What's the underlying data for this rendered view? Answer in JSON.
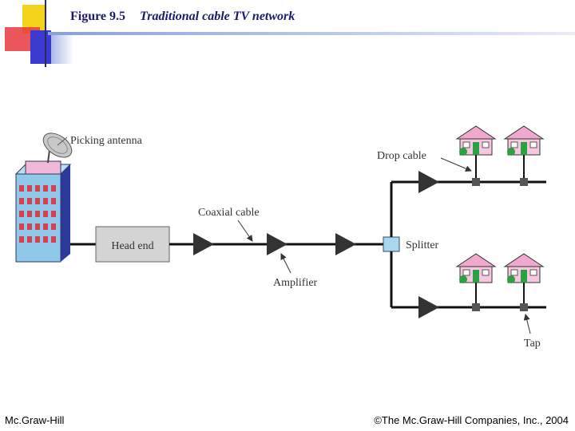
{
  "header": {
    "figure_number": "Figure 9.5",
    "figure_title": "Traditional cable TV network"
  },
  "diagram": {
    "labels": {
      "picking_antenna": "Picking antenna",
      "head_end": "Head end",
      "coaxial_cable": "Coaxial cable",
      "amplifier": "Amplifier",
      "splitter": "Splitter",
      "drop_cable": "Drop cable",
      "tap": "Tap"
    }
  },
  "footer": {
    "publisher": "Mc.Graw-Hill",
    "copyright": "©The Mc.Graw-Hill Companies, Inc., 2004"
  },
  "colors": {
    "corner_yellow": "#f5d21c",
    "corner_red": "#e8383d",
    "corner_blue": "#3a3ad0",
    "title_navy": "#1a1a6e",
    "building_blue": "#8fc8e8",
    "house_pink": "#f0a8cc",
    "splitter_cyan": "#a8d8ee",
    "head_end_gray": "#d4d4d4",
    "cable_black": "#111111"
  }
}
